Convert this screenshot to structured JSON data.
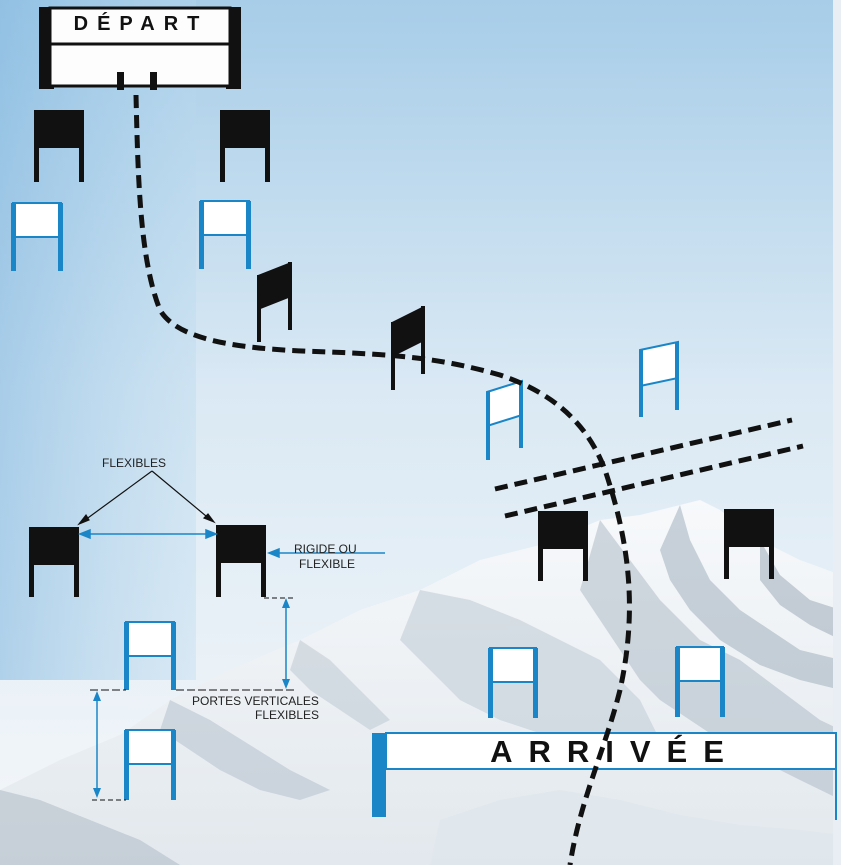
{
  "start_banner": {
    "label": "DÉPART"
  },
  "finish_banner": {
    "label": "ARRIVÉE"
  },
  "legend": {
    "flexibles": "FLEXIBLES",
    "rigid_or_flexible_line1": "RIGIDE OU",
    "rigid_or_flexible_line2": "FLEXIBLE",
    "vertical_gates_line1": "PORTES VERTICALES",
    "vertical_gates_line2": "FLEXIBLES"
  },
  "colors": {
    "sky_top": "#a9cfe9",
    "sky_mid": "#dbeaf4",
    "snow": "#f3f6f8",
    "mountain_shadow": "#8b9aa8",
    "black_gate": "#111111",
    "blue_gate": "#1a86c8",
    "annotation_blue": "#1a86c8",
    "course_line": "#111111"
  }
}
